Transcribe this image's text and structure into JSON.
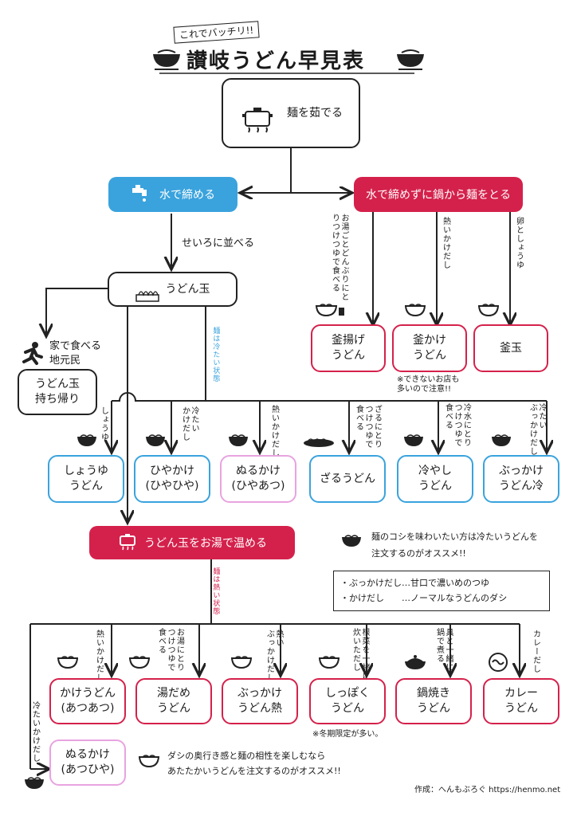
{
  "header": {
    "subtitle": "これでバッチリ!!",
    "title": "讃岐うどん早見表"
  },
  "start": {
    "label": "麺を茹でる"
  },
  "branch_cold": {
    "label": "水で締める"
  },
  "branch_pot": {
    "label": "水で締めずに鍋から麺をとる"
  },
  "step_seiro": "せいろに並べる",
  "udon_dama": "うどん玉",
  "pot_items": [
    {
      "condition": "お湯ごとどんぶりにとりつけつゆで食べる",
      "label": "釜揚げ\nうどん"
    },
    {
      "condition": "熱いかけだし",
      "label": "釜かけ\nうどん"
    },
    {
      "condition": "卵としょうゆ",
      "label": "釜玉"
    }
  ],
  "pot_note": "※できないお店も\n多いので注意!!",
  "local": {
    "caption": "家で食べる\n地元民",
    "label": "うどん玉\n持ち帰り"
  },
  "cold_state": "麺は冷たい状態",
  "cold_items": [
    {
      "condition": "しょうゆ",
      "label": "しょうゆ\nうどん"
    },
    {
      "condition": "冷たい\nかけだし",
      "label": "ひやかけ\n(ひやひや)"
    },
    {
      "condition": "熱いかけだし",
      "label": "ぬるかけ\n(ひやあつ)"
    },
    {
      "condition": "ざるにとり\nつけつゆで\n食べる",
      "label": "ざるうどん"
    },
    {
      "condition": "冷水にとり\nつけつゆで\n食べる",
      "label": "冷やし\nうどん"
    },
    {
      "condition": "冷たい\nぶっかけだし",
      "label": "ぶっかけ\nうどん冷"
    }
  ],
  "warm_step": "うどん玉をお湯で温める",
  "tip_cold": "麺のコシを味わいたい方は冷たいうどんを\n注文するのがオススメ!!",
  "legend": "・ぶっかけだし…甘口で濃いめのつゆ\n・かけだし　　…ノーマルなうどんのダシ",
  "hot_state": "麺は熱い状態",
  "hot_items": [
    {
      "condition": "熱いかけだし",
      "label": "かけうどん\n(あつあつ)"
    },
    {
      "condition": "お湯にとり\nつけつゆで\n食べる",
      "label": "湯だめ\nうどん"
    },
    {
      "condition": "熱い\nぶっかけだし",
      "label": "ぶっかけ\nうどん熱"
    },
    {
      "condition": "根菜を一緒に\n炊いただし",
      "label": "しっぽく\nうどん"
    },
    {
      "condition": "具と一緒に\n鍋で煮る",
      "label": "鍋焼き\nうどん"
    },
    {
      "condition": "カレーだし",
      "label": "カレー\nうどん"
    }
  ],
  "hot_note": "※冬期限定が多い。",
  "nurukake": {
    "condition": "冷たいかけだし",
    "label": "ぬるかけ\n(あつひや)"
  },
  "tip_hot": "ダシの奥行き感と麺の相性を楽しむなら\nあたたかいうどんを注文するのがオススメ!!",
  "credit": "作成：へんもぶろぐ https://henmo.net",
  "colors": {
    "blue": "#3aa3dd",
    "red": "#d4214b",
    "pink": "#e8a3e0",
    "ink": "#222222"
  }
}
